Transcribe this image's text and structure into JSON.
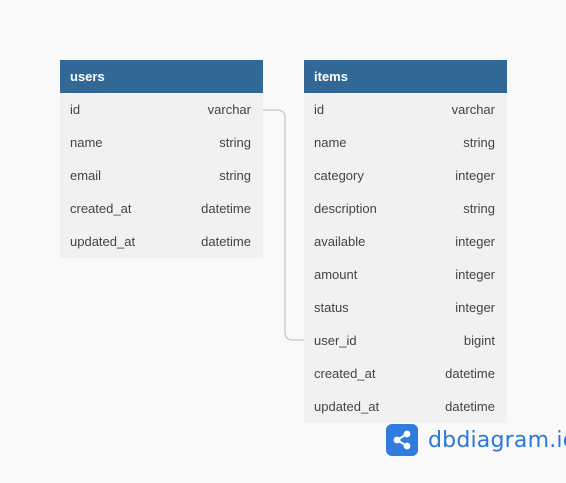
{
  "tables": [
    {
      "name": "users",
      "fields": [
        {
          "name": "id",
          "type": "varchar"
        },
        {
          "name": "name",
          "type": "string"
        },
        {
          "name": "email",
          "type": "string"
        },
        {
          "name": "created_at",
          "type": "datetime"
        },
        {
          "name": "updated_at",
          "type": "datetime"
        }
      ]
    },
    {
      "name": "items",
      "fields": [
        {
          "name": "id",
          "type": "varchar"
        },
        {
          "name": "name",
          "type": "string"
        },
        {
          "name": "category",
          "type": "integer"
        },
        {
          "name": "description",
          "type": "string"
        },
        {
          "name": "available",
          "type": "integer"
        },
        {
          "name": "amount",
          "type": "integer"
        },
        {
          "name": "status",
          "type": "integer"
        },
        {
          "name": "user_id",
          "type": "bigint"
        },
        {
          "name": "created_at",
          "type": "datetime"
        },
        {
          "name": "updated_at",
          "type": "datetime"
        }
      ]
    }
  ],
  "relations": [
    {
      "from": "users.id",
      "to": "items.user_id"
    }
  ],
  "brand": {
    "text": "dbdiagram.io",
    "icon": "share-icon",
    "color": "#2f7be0"
  },
  "colors": {
    "header": "#316896",
    "table_body": "#f1f1f2",
    "background": "#f9f9fa",
    "connector": "#c8c8c8"
  }
}
